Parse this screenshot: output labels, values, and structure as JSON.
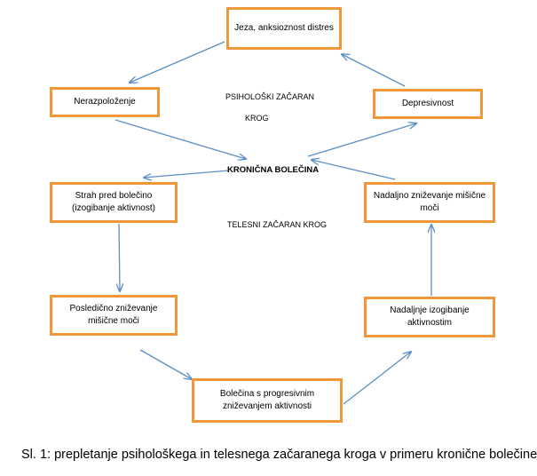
{
  "nodes": {
    "anxiety": "Jeza, anksioznost distres",
    "bad_mood": "Nerazpoloženje",
    "depression": "Depresivnost",
    "fear": "Strah pred bolečino (izogibanje aktivnost)",
    "further_decrease": "Nadaljno zniževanje mišične moči",
    "consequent_decrease": "Posledično zniževanje mišične moči",
    "further_avoidance": "Nadaljnje izogibanje aktivnostim",
    "pain": "Bolečina s progresivnim zniževanjem aktivnosti"
  },
  "labels": {
    "psych_cycle_line1": "PSIHOLOŠKI ZAČARAN",
    "psych_cycle_line2": "KROG",
    "chronic_pain": "KRONIČNA BOLEČINA",
    "physical_cycle": "TELESNI ZAČARAN KROG"
  },
  "caption": "Sl. 1: prepletanje psihološkega in telesnega začaranega kroga v primeru kronične bolečine",
  "colors": {
    "box_border": "#f0973a",
    "arrow": "#5b8fc6"
  }
}
